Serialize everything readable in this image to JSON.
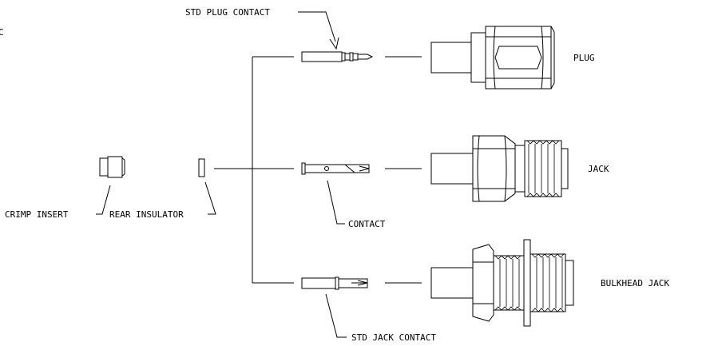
{
  "corner_text": "C",
  "labels": {
    "std_plug_contact": "STD PLUG CONTACT",
    "plug": "PLUG",
    "jack": "JACK",
    "bulkhead_jack": "BULKHEAD JACK",
    "crimp_insert": "CRIMP INSERT",
    "rear_insulator": "REAR INSULATOR",
    "contact": "CONTACT",
    "std_jack_contact": "STD JACK CONTACT"
  },
  "colors": {
    "line": "#000000",
    "background": "#ffffff"
  }
}
